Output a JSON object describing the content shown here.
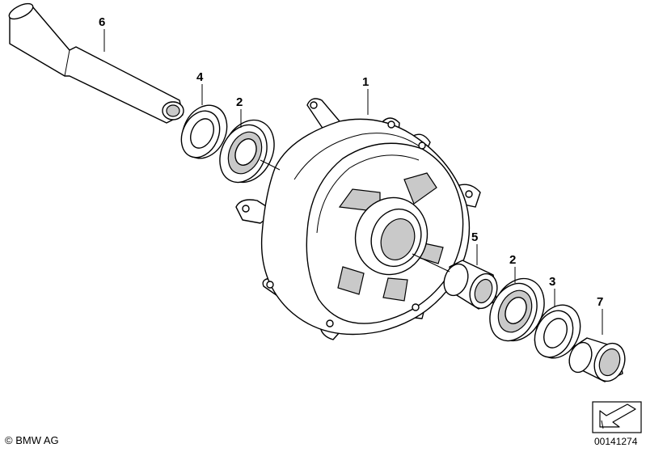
{
  "callouts": [
    {
      "id": "c6",
      "text": "6"
    },
    {
      "id": "c4",
      "text": "4"
    },
    {
      "id": "c2a",
      "text": "2"
    },
    {
      "id": "c1",
      "text": "1"
    },
    {
      "id": "c5",
      "text": "5"
    },
    {
      "id": "c2b",
      "text": "2"
    },
    {
      "id": "c3",
      "text": "3"
    },
    {
      "id": "c7",
      "text": "7"
    }
  ],
  "footer": {
    "copyright": "© BMW AG",
    "doc_number": "00141274"
  },
  "icons": {
    "orientation": "direction-arrow-icon"
  }
}
